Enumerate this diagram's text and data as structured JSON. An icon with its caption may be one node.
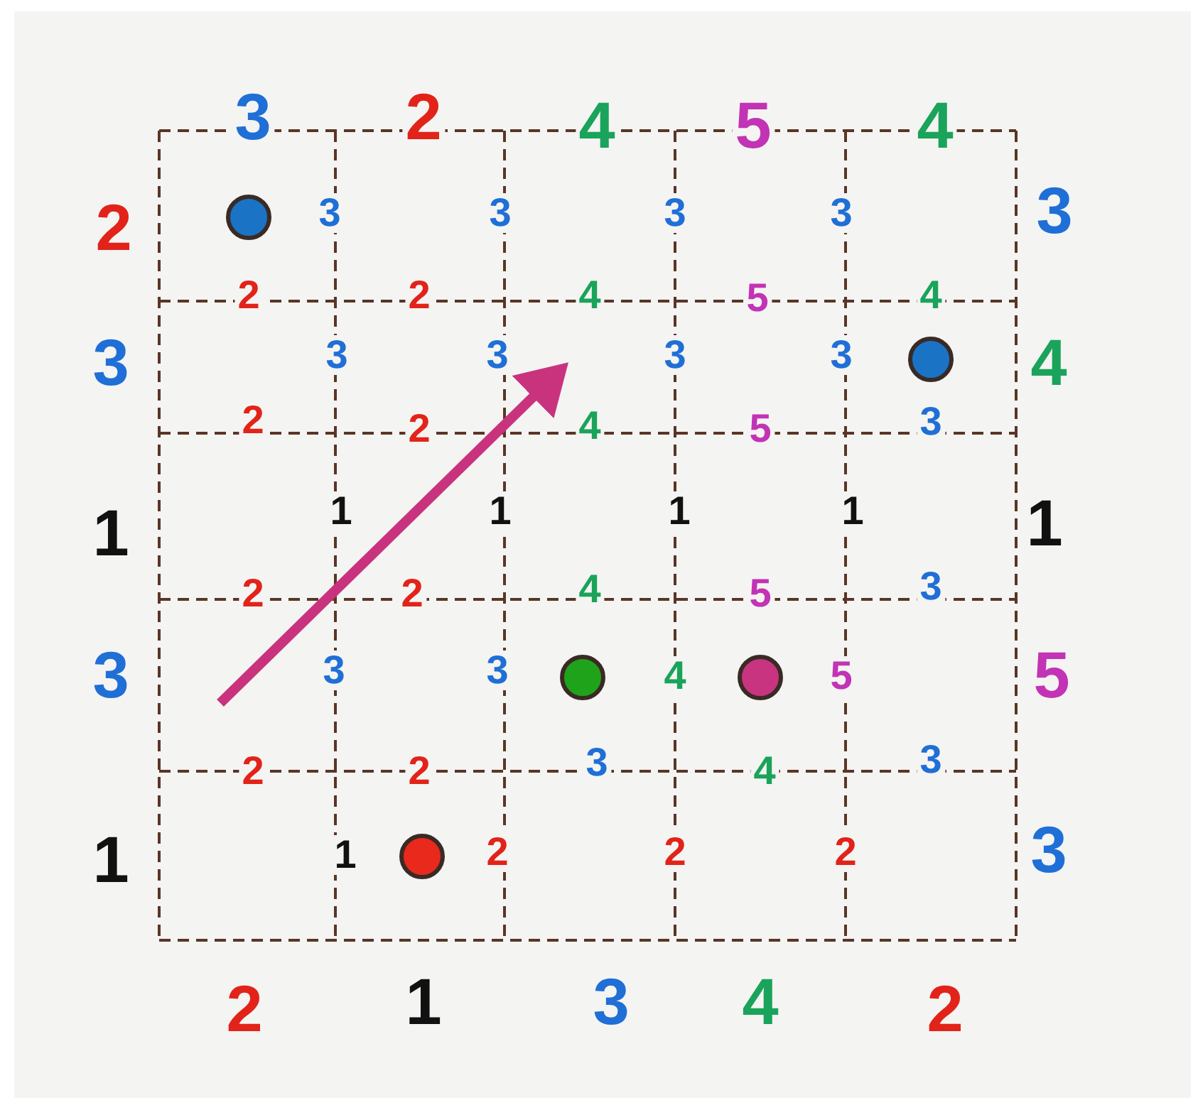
{
  "diagram": {
    "nodes": [
      {
        "text": [],
        "shape": "circle"
      },
      {
        "text": [],
        "shape": "circle"
      },
      {
        "text": [],
        "shape": "circle"
      },
      {
        "text": [],
        "shape": "circle"
      },
      {
        "text": [],
        "shape": "circle"
      }
    ],
    "labels": [
      "3",
      "2",
      "4",
      "5",
      "4",
      "2",
      "3",
      "3",
      "3",
      "3",
      "3",
      "2",
      "2",
      "4",
      "5",
      "4",
      "3",
      "3",
      "3",
      "3",
      "3",
      "4",
      "2",
      "2",
      "4",
      "5",
      "3",
      "1",
      "1",
      "1",
      "1",
      "1",
      "1",
      "2",
      "2",
      "4",
      "5",
      "3",
      "3",
      "3",
      "3",
      "4",
      "5",
      "5",
      "2",
      "2",
      "3",
      "4",
      "3",
      "1",
      "1",
      "2",
      "2",
      "2",
      "3",
      "2",
      "1",
      "3",
      "4",
      "2"
    ]
  }
}
